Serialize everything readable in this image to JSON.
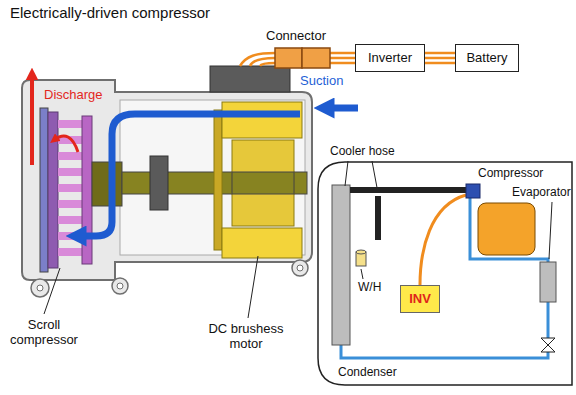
{
  "diagram": {
    "title": "Electrically-driven compressor",
    "nodes": [
      {
        "text": [
          "Inverter"
        ]
      },
      {
        "text": [
          "Battery"
        ]
      },
      {
        "text": [
          "INV"
        ]
      }
    ],
    "edges": [
      {
        "from": 0,
        "to": 1,
        "arrow": "none"
      }
    ],
    "labels": [
      "Connector",
      "Discharge",
      "Suction",
      "Cooler hose",
      "Compressor",
      "Evaporator",
      "W/H",
      "Scroll compressor",
      "DC brushess motor",
      "Condenser"
    ]
  }
}
